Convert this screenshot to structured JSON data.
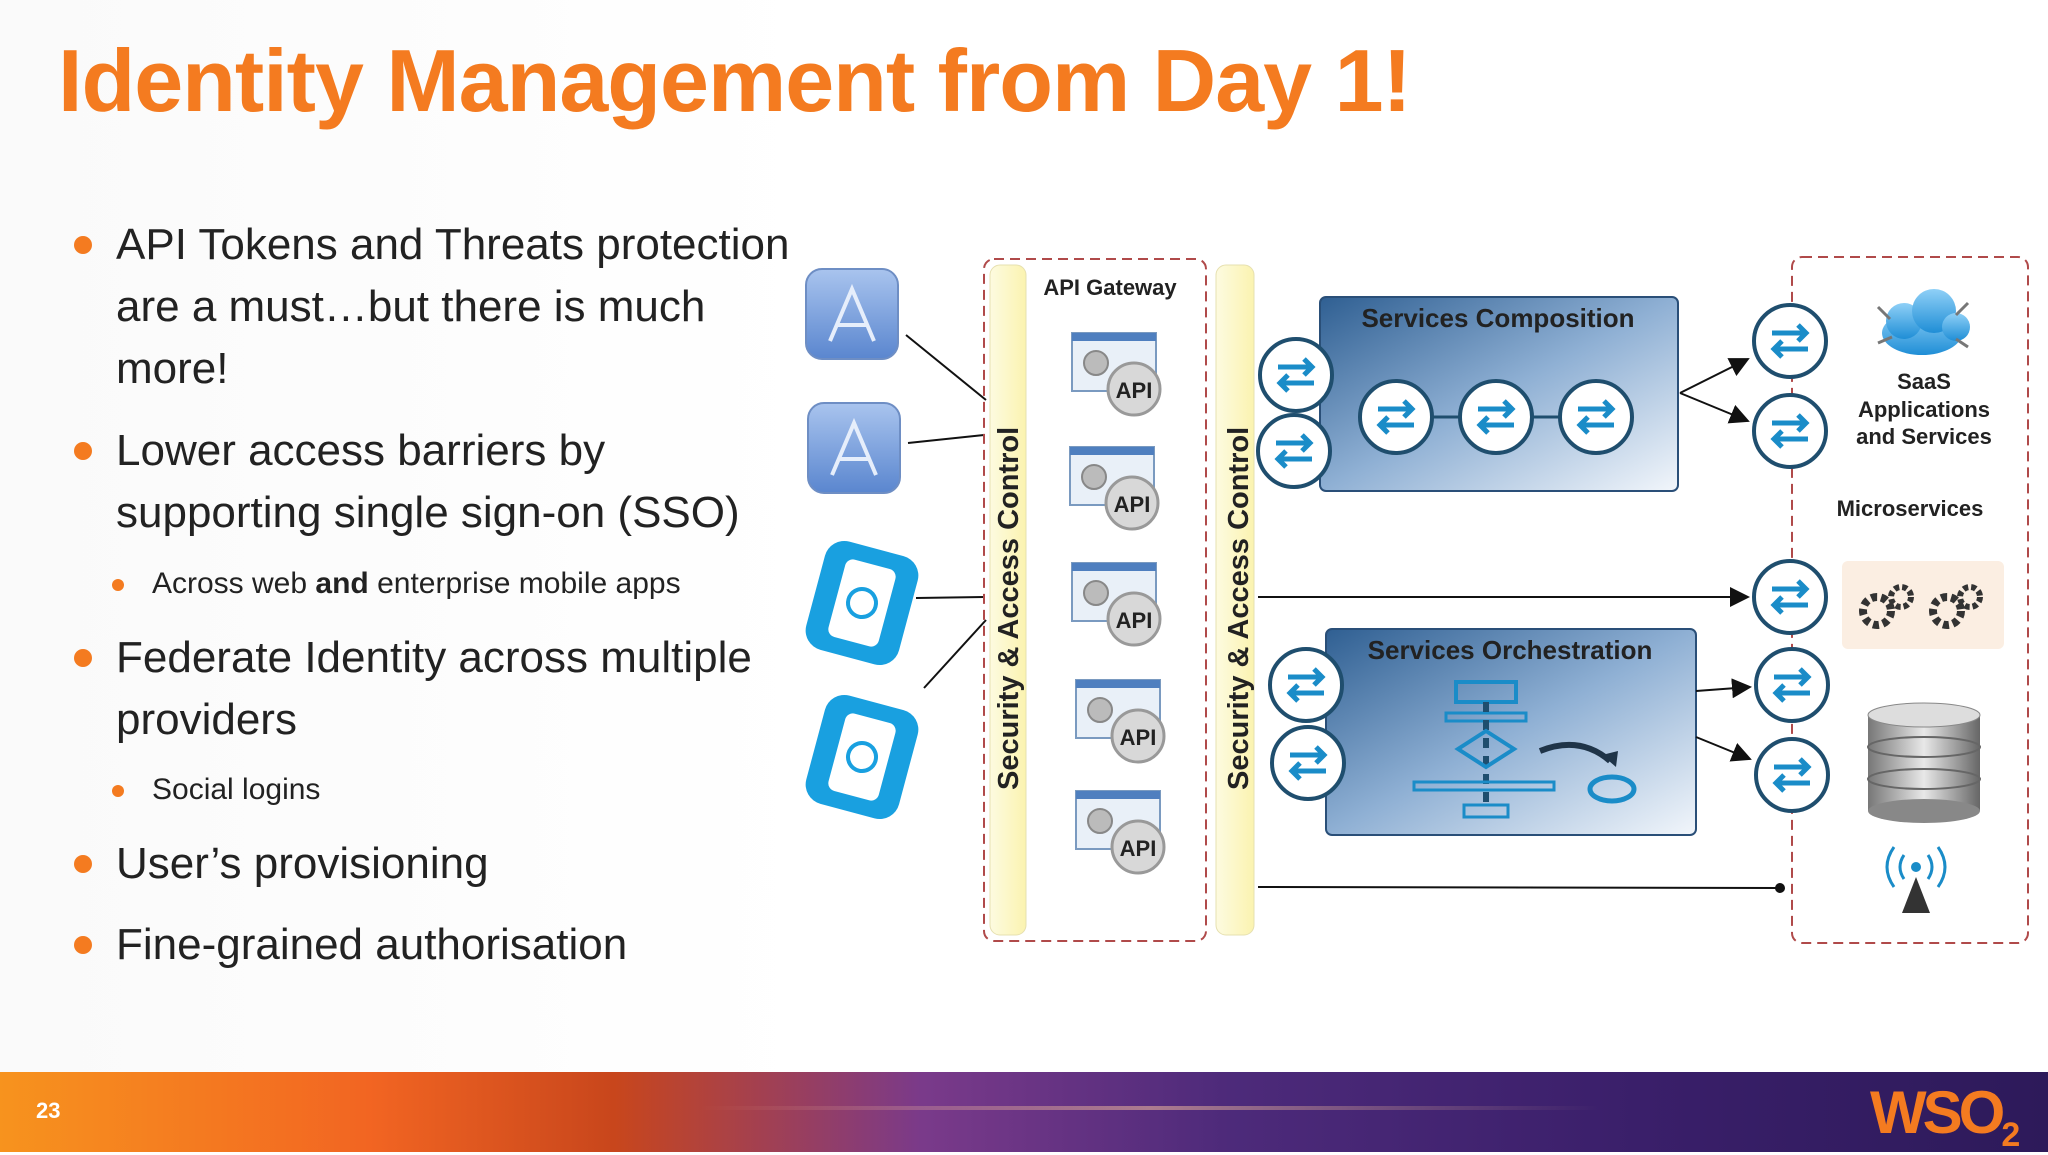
{
  "title": "Identity Management from Day 1!",
  "bullets": [
    {
      "text": "API Tokens and Threats protection are a must…but there is much more!"
    },
    {
      "text": "Lower access barriers by supporting single sign-on (SSO)"
    },
    {
      "sub_pre": "Across web ",
      "sub_bold": "and",
      "sub_post": " enterprise mobile apps"
    },
    {
      "text": "Federate Identity across multiple providers"
    },
    {
      "sub": "Social logins"
    },
    {
      "text": "User’s provisioning"
    },
    {
      "text": "Fine-grained authorisation"
    }
  ],
  "diagram": {
    "gateway_label": "API Gateway",
    "security_label_1": "Security & Access Control",
    "security_label_2": "Security & Access Control",
    "api_label": "API",
    "composition_title": "Services Composition",
    "orchestration_title": "Services Orchestration",
    "saas_line1": "SaaS",
    "saas_line2": "Applications",
    "saas_line3": "and Services",
    "microservices_label": "Microservices"
  },
  "footer": {
    "slide_number": "23",
    "logo_text": "WSO",
    "logo_sub": "2"
  },
  "colors": {
    "accent": "#f47b20",
    "icon_blue": "#1a8cc8",
    "ring_dark": "#1f4e6e"
  }
}
